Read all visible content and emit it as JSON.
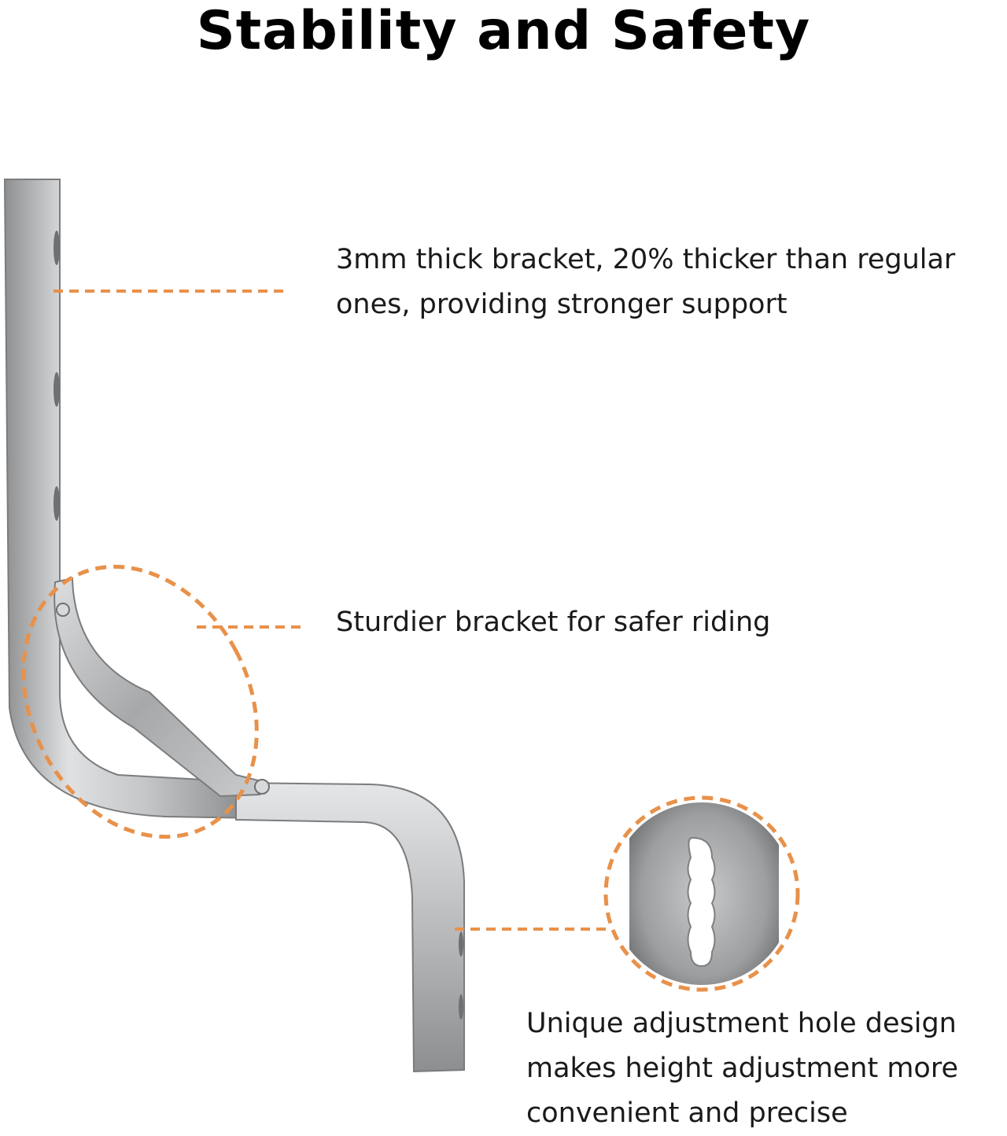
{
  "title": "Stability and Safety",
  "accent_color": "#e8914a",
  "captions": {
    "thickness": {
      "lines": [
        "3mm thick bracket, 20% thicker than regular",
        "ones, providing stronger support"
      ]
    },
    "sturdy": {
      "lines": [
        "Sturdier bracket for safer riding"
      ]
    },
    "adjustment": {
      "lines": [
        "Unique adjustment hole design",
        "makes height adjustment more",
        "convenient and precise"
      ]
    }
  },
  "icons": {
    "bracket": "metal-z-bracket-illustration",
    "detail": "adjustment-hole-detail-circle"
  }
}
